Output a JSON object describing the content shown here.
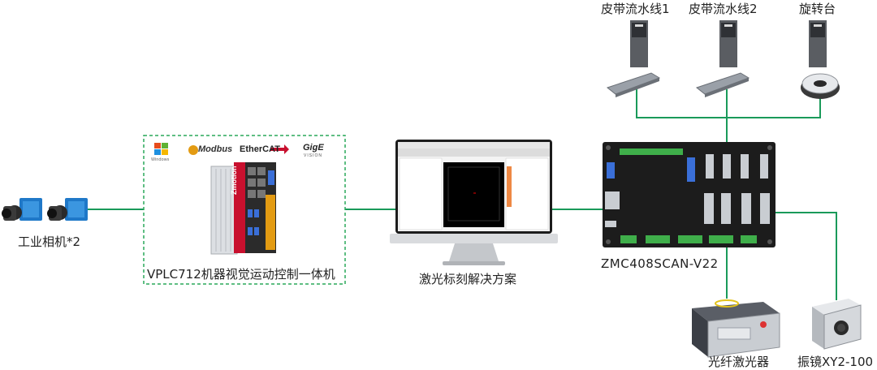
{
  "labels": {
    "camera": "工业相机*2",
    "vplc": "VPLC712机器视觉运动控制一体机",
    "solution": "激光标刻解决方案",
    "controller": "ZMC408SCAN-V22",
    "conveyor1": "皮带流水线1",
    "conveyor2": "皮带流水线2",
    "rotary": "旋转台",
    "laser": "光纤激光器",
    "galvo": "振镜XY2-100"
  },
  "logos": {
    "windows": "Windows",
    "modbus": "Modbus",
    "ethercat": "EtherCAT",
    "gige": "GigE",
    "gige_sub": "VISION",
    "brand": "Zmotion"
  },
  "colors": {
    "link": "#1a9a5a",
    "dashed_border": "#2aa85a",
    "camera_blue": "#1f78c8",
    "controller_body": "#1c1c1c",
    "vplc_red": "#c8102e",
    "galvo_silver": "#c9cdd2"
  }
}
